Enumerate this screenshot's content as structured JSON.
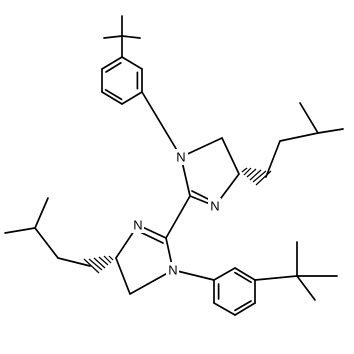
{
  "atoms": {
    "n1_top": "N",
    "n3_top": "N",
    "n1_bottom": "N",
    "n3_bottom": "N"
  },
  "colors": {
    "bond": "#000000",
    "background": "#ffffff"
  }
}
